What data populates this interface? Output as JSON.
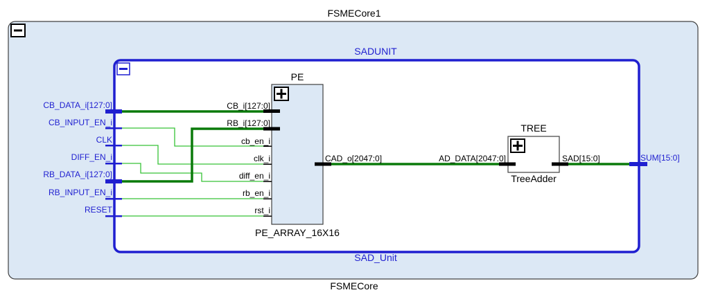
{
  "outer": {
    "top_label": "FSMECore1",
    "bottom_label": "FSMECore",
    "collapse_symbol": "minus-icon"
  },
  "sadunit": {
    "top_label": "SADUNIT",
    "bottom_label": "SAD_Unit",
    "collapse_symbol": "minus-icon",
    "ports_in": [
      "CB_DATA_i[127:0]",
      "CB_INPUT_EN_i",
      "CLK",
      "DIFF_EN_i",
      "RB_DATA_i[127:0]",
      "RB_INPUT_EN_i",
      "RESET"
    ],
    "port_out": "SUM[15:0]"
  },
  "pe": {
    "top_label": "PE",
    "bottom_label": "PE_ARRAY_16X16",
    "expand_symbol": "plus-icon",
    "ports_in": [
      "CB_i[127:0]",
      "RB_i[127:0]",
      "cb_en_i",
      "clk_i",
      "diff_en_i",
      "rb_en_i",
      "rst_i"
    ],
    "port_out": "CAD_o[2047:0]"
  },
  "tree": {
    "top_label": "TREE",
    "bottom_label": "TreeAdder",
    "expand_symbol": "plus-icon",
    "port_in": "AD_DATA[2047:0]",
    "port_out": "SAD[15:0]"
  },
  "colors": {
    "outer_fill": "#dce8f5",
    "outer_stroke": "#404040",
    "sad_stroke": "#1f1fd0",
    "pe_fill": "#dce8f5",
    "bus_wire": "#0a7a0a",
    "signal_wire": "#36c236",
    "port_label": "#1f1fd0",
    "text": "#000000"
  }
}
